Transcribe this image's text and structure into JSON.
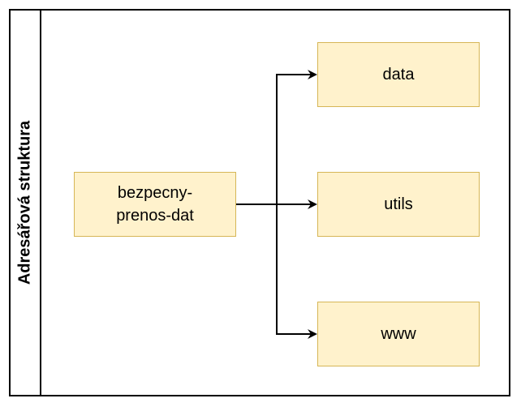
{
  "diagram": {
    "lane_title": "Adresářová struktura",
    "source": {
      "line1": "bezpecny-",
      "line2": "prenos-dat"
    },
    "targets": {
      "data": "data",
      "utils": "utils",
      "www": "www"
    }
  },
  "colors": {
    "node_fill": "#fff2cc",
    "node_border": "#d6b656",
    "line": "#000000"
  }
}
